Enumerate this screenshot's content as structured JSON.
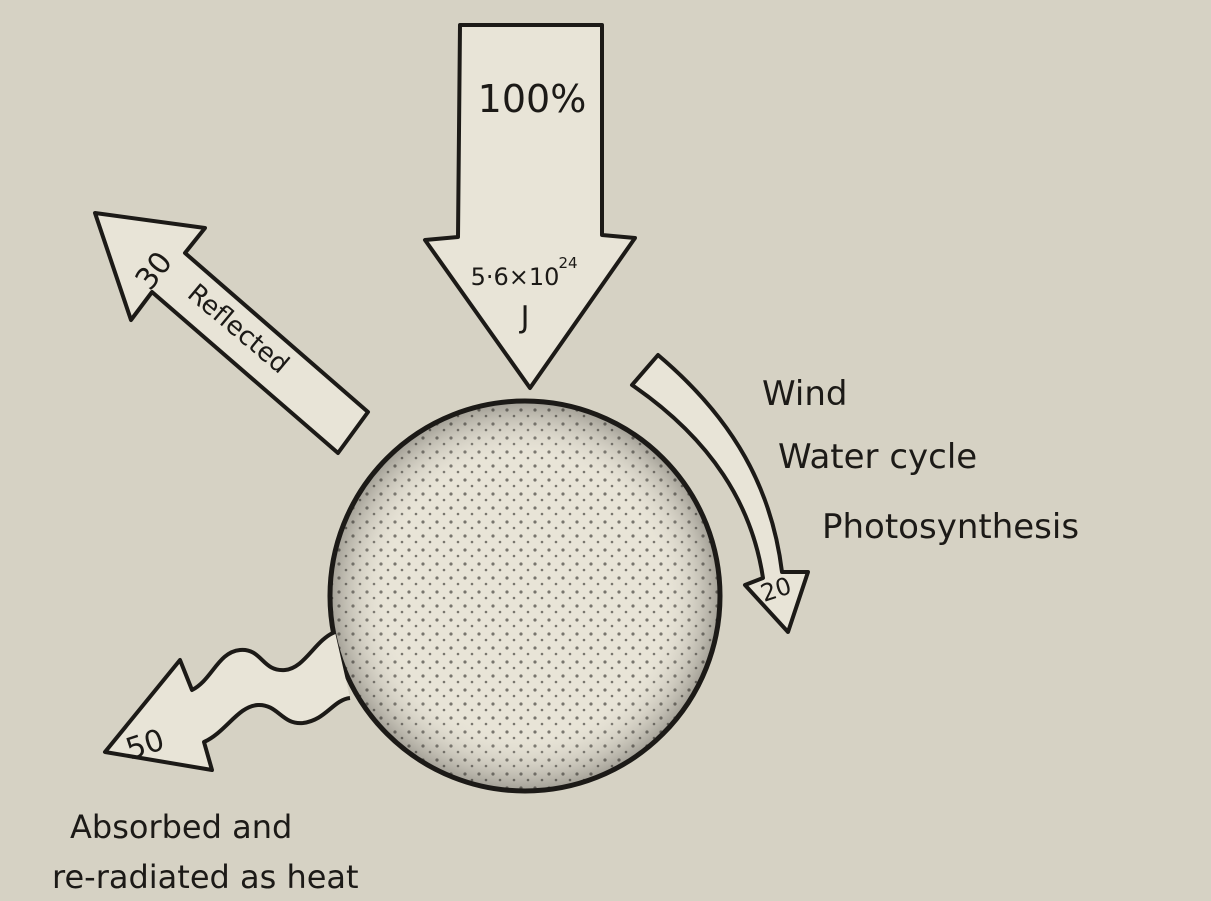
{
  "colors": {
    "paper": "#d6d2c4",
    "arrow_fill": "#e8e4d7",
    "ink": "#1c1a17"
  },
  "incoming": {
    "percent": "100%",
    "energy_value": "5·6×10",
    "energy_exponent": "24",
    "energy_unit": "J"
  },
  "reflected": {
    "value": "30",
    "label": "Reflected"
  },
  "processes": {
    "value": "20",
    "lines": [
      "Wind",
      "Water cycle",
      "Photosynthesis"
    ]
  },
  "absorbed": {
    "value": "50",
    "label_line1": "Absorbed and",
    "label_line2": "re-radiated as heat"
  }
}
